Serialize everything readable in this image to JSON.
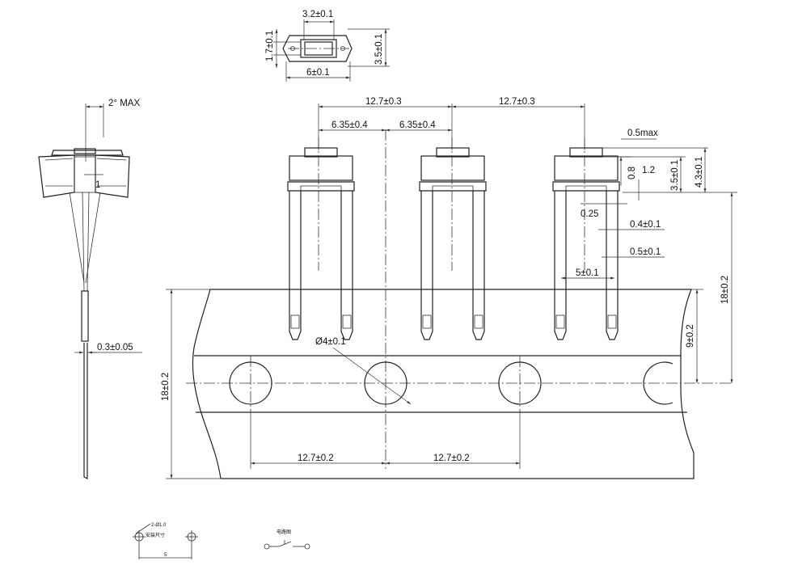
{
  "top_view": {
    "width_dim": "3.2±0.1",
    "height_left_dim": "1.7±0.1",
    "height_right_dim": "3.5±0.1",
    "base_dim": "6±0.1"
  },
  "side_view": {
    "angle_dim": "2° MAX",
    "pin_thickness_dim": "0.3±0.05",
    "inner_label": "1"
  },
  "main_view": {
    "pitch_dims": [
      "12.7±0.3",
      "12.7±0.3"
    ],
    "half_pitch_dims": [
      "6.35±0.4",
      "6.35±0.4"
    ],
    "right_dims": [
      "0.5max",
      "0.8",
      "1.2",
      "3.5±0.1",
      "4.3±0.1",
      "0.25",
      "0.4±0.1",
      "0.5±0.1",
      "5±0.1"
    ],
    "tape_height_dim": "18±0.2",
    "lead_height_dim": "18±0.2",
    "hole_center_dim": "9±0.2",
    "hole_dia_dim": "Ø4±0.1",
    "hole_pitch_dims": [
      "12.7±0.2",
      "12.7±0.2"
    ]
  },
  "footer": {
    "pcb_hole_label": "2-Ø1.0",
    "pcb_layout_label": "安装尺寸",
    "pcb_spacing_dim": "5",
    "circuit_label": "电路图"
  }
}
